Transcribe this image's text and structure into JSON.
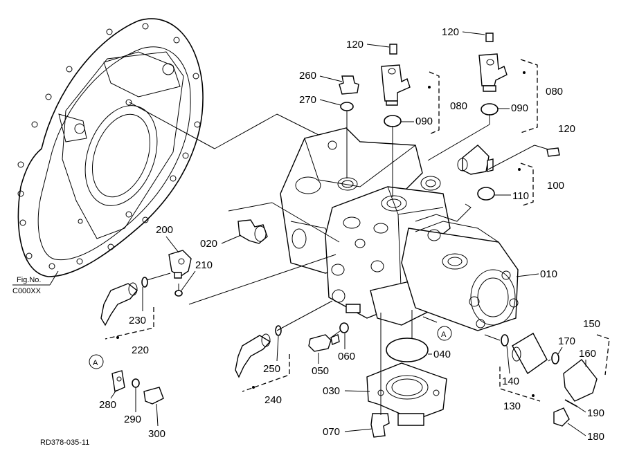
{
  "figure_ref": {
    "line1": "Fig.No.",
    "line2": "C000XX"
  },
  "drawing_code": "RD378-035-11",
  "ref_mark": "A",
  "labels": {
    "l120a": "120",
    "l120b": "120",
    "l120c": "120",
    "l260": "260",
    "l270": "270",
    "l080a": "080",
    "l080b": "080",
    "l090a": "090",
    "l090b": "090",
    "l100": "100",
    "l110": "110",
    "l200": "200",
    "l210": "210",
    "l020": "020",
    "l010": "010",
    "l230": "230",
    "l220": "220",
    "l250": "250",
    "l240": "240",
    "l050": "050",
    "l060": "060",
    "l040": "040",
    "l030": "030",
    "l070": "070",
    "l280": "280",
    "l290": "290",
    "l300": "300",
    "l140": "140",
    "l130": "130",
    "l150": "150",
    "l160": "160",
    "l170": "170",
    "l180": "180",
    "l190": "190"
  }
}
